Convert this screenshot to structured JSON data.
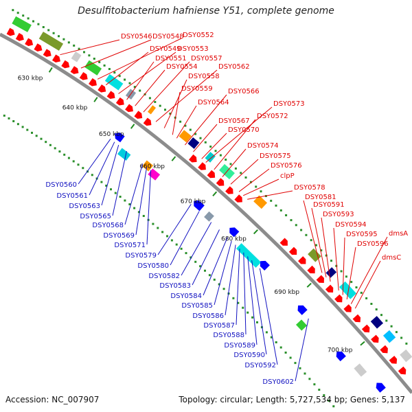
{
  "title": "Desulfitobacterium hafniense Y51, complete genome",
  "accession": "Accession: NC_007907",
  "topology": "Topology: circular; Length: 5,727,534 bp; Genes: 5,137",
  "ticks": [
    "630 kbp",
    "640 kbp",
    "650 kbp",
    "660 kbp",
    "670 kbp",
    "680 kbp",
    "690 kbp",
    "700 kbp"
  ],
  "colors": {
    "forward_label": "#e00000",
    "reverse_label": "#1010c0",
    "backbone": "#8c8c8c",
    "tick": "#1f8a1f"
  },
  "forward_genes": [
    "DSY0546",
    "DSY0548",
    "DSY0552",
    "DSY0549",
    "DSY0553",
    "DSY0551",
    "DSY0554",
    "DSY0557",
    "DSY0562",
    "DSY0558",
    "DSY0559",
    "DSY0566",
    "DSY0564",
    "DSY0573",
    "DSY0572",
    "DSY0567",
    "DSY0570",
    "DSY0574",
    "DSY0575",
    "DSY0576",
    "clpP",
    "DSY0578",
    "DSY0581",
    "DSY0591",
    "DSY0593",
    "DSY0594",
    "DSY0595",
    "dmsA",
    "DSY0596",
    "dmsC"
  ],
  "reverse_genes": [
    "DSY0560",
    "DSY0561",
    "DSY0563",
    "DSY0565",
    "DSY0568",
    "DSY0569",
    "DSY0571",
    "DSY0579",
    "DSY0580",
    "DSY0582",
    "DSY0583",
    "DSY0584",
    "DSY0585",
    "DSY0586",
    "DSY0587",
    "DSY0588",
    "DSY0589",
    "DSY0590",
    "DSY0592",
    "DSY0602"
  ]
}
